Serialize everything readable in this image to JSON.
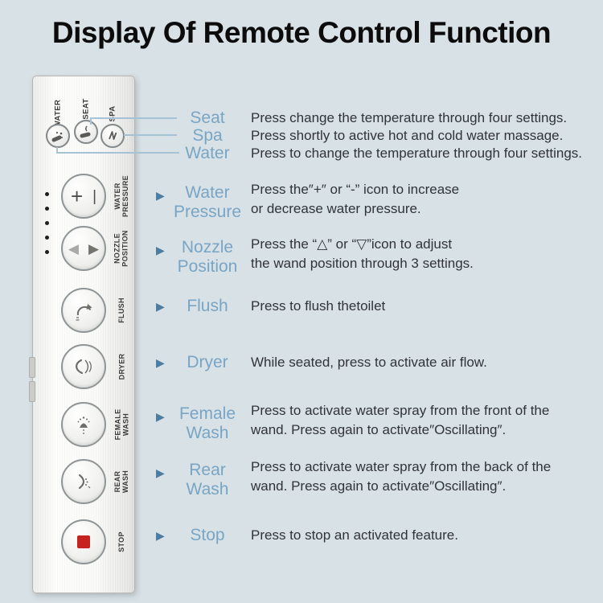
{
  "title": "Display Of Remote Control Function",
  "colors": {
    "background": "#d8e1e5",
    "label_blue": "#79a5c5",
    "connector_line": "#a6c3d6",
    "arrow_blue": "#4b7da1",
    "description_text": "#30343a",
    "stop_red": "#c6221f"
  },
  "ui": {
    "arrow_glyph": "▶"
  },
  "remote": {
    "top_buttons": [
      {
        "label": "WATER",
        "icon": "water-button-icon"
      },
      {
        "label": "SEAT",
        "icon": "seat-button-icon"
      },
      {
        "label": "SPA",
        "icon": "spa-button-icon"
      }
    ],
    "buttons": [
      {
        "label_lines": [
          "WATER",
          "PRESSURE"
        ],
        "symbols": [
          "+",
          "|"
        ]
      },
      {
        "label_lines": [
          "NOZZLE",
          "POSITION"
        ],
        "symbols": [
          "◀",
          "▶"
        ]
      },
      {
        "label_lines": [
          "FLUSH"
        ],
        "icon": "flush-icon"
      },
      {
        "label_lines": [
          "DRYER"
        ],
        "icon": "dryer-icon"
      },
      {
        "label_lines": [
          "FEMALE",
          "WASH"
        ],
        "icon": "female-wash-icon"
      },
      {
        "label_lines": [
          "REAR",
          "WASH"
        ],
        "icon": "rear-wash-icon"
      },
      {
        "label_lines": [
          "STOP"
        ],
        "icon": "stop-icon"
      }
    ],
    "led_count": 5
  },
  "rows": [
    {
      "id": "seat",
      "label_lines": [
        "Seat"
      ],
      "desc_lines": [
        "Press change the temperature through four settings."
      ]
    },
    {
      "id": "spa",
      "label_lines": [
        "Spa"
      ],
      "desc_lines": [
        "Press shortly to active hot and cold water massage."
      ]
    },
    {
      "id": "water",
      "label_lines": [
        "Water"
      ],
      "desc_lines": [
        "Press to change the temperature through four settings."
      ]
    },
    {
      "id": "water-pressure",
      "label_lines": [
        "Water",
        "Pressure"
      ],
      "desc_lines": [
        "Press the″+″ or “-” icon to increase",
        "or decrease water pressure."
      ]
    },
    {
      "id": "nozzle-position",
      "label_lines": [
        "Nozzle",
        "Position"
      ],
      "desc_lines": [
        "Press the “△” or “▽”icon to adjust",
        "the wand position through 3 settings."
      ]
    },
    {
      "id": "flush",
      "label_lines": [
        "Flush"
      ],
      "desc_lines": [
        "Press to flush thetoilet"
      ]
    },
    {
      "id": "dryer",
      "label_lines": [
        "Dryer"
      ],
      "desc_lines": [
        "While seated, press to activate air flow."
      ]
    },
    {
      "id": "female-wash",
      "label_lines": [
        "Female",
        "Wash"
      ],
      "desc_lines": [
        "Press to activate water spray from the front of the",
        "wand. Press again to activate″Oscillating″."
      ]
    },
    {
      "id": "rear-wash",
      "label_lines": [
        "Rear",
        "Wash"
      ],
      "desc_lines": [
        "Press to activate water spray from the back of the",
        "wand. Press again to activate″Oscillating″."
      ]
    },
    {
      "id": "stop",
      "label_lines": [
        "Stop"
      ],
      "desc_lines": [
        "Press to stop an activated feature."
      ]
    }
  ]
}
